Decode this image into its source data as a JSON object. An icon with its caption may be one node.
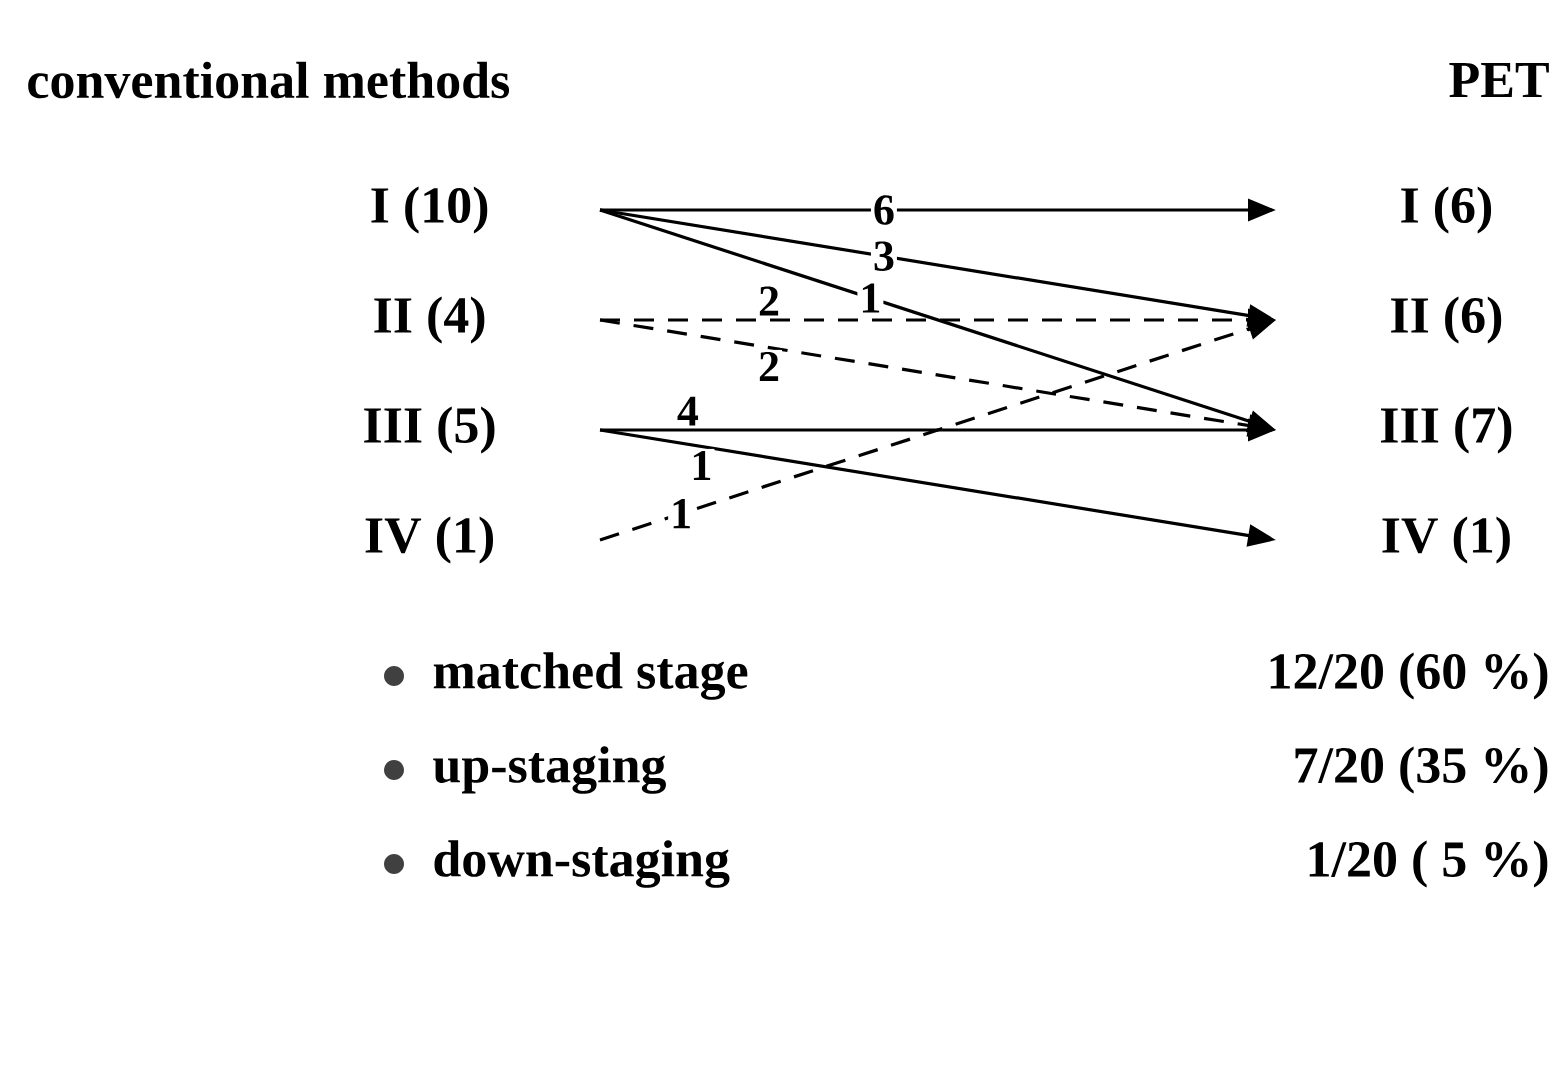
{
  "diagram": {
    "nodes": [
      {
        "text": [
          "I (10)"
        ]
      },
      {
        "text": [
          "II (4)"
        ]
      },
      {
        "text": [
          "III (5)"
        ]
      },
      {
        "text": [
          "IV (1)"
        ]
      },
      {
        "text": [
          "I (6)"
        ]
      },
      {
        "text": [
          "II (6)"
        ]
      },
      {
        "text": [
          "III (7)"
        ]
      },
      {
        "text": [
          "IV (1)"
        ]
      }
    ],
    "edges": [
      {
        "from": 0,
        "to": 4,
        "arrow": "to",
        "label": "6"
      },
      {
        "from": 0,
        "to": 5,
        "arrow": "to",
        "label": "3"
      },
      {
        "from": 0,
        "to": 6,
        "arrow": "to",
        "label": "1"
      },
      {
        "from": 1,
        "to": 5,
        "arrow": "to",
        "label": "2",
        "style": "dashed"
      },
      {
        "from": 1,
        "to": 6,
        "arrow": "to",
        "label": "2",
        "style": "dashed"
      },
      {
        "from": 2,
        "to": 6,
        "arrow": "to",
        "label": "4"
      },
      {
        "from": 2,
        "to": 7,
        "arrow": "to",
        "label": "1"
      },
      {
        "from": 3,
        "to": 5,
        "arrow": "to",
        "label": "1",
        "style": "dashed"
      }
    ],
    "labels": [
      "conventional methods",
      "PET",
      "matched stage",
      "12/20 (60 %)",
      "up-staging",
      "7/20 (35 %)",
      "down-staging",
      "1/20 ( 5 %)"
    ]
  }
}
